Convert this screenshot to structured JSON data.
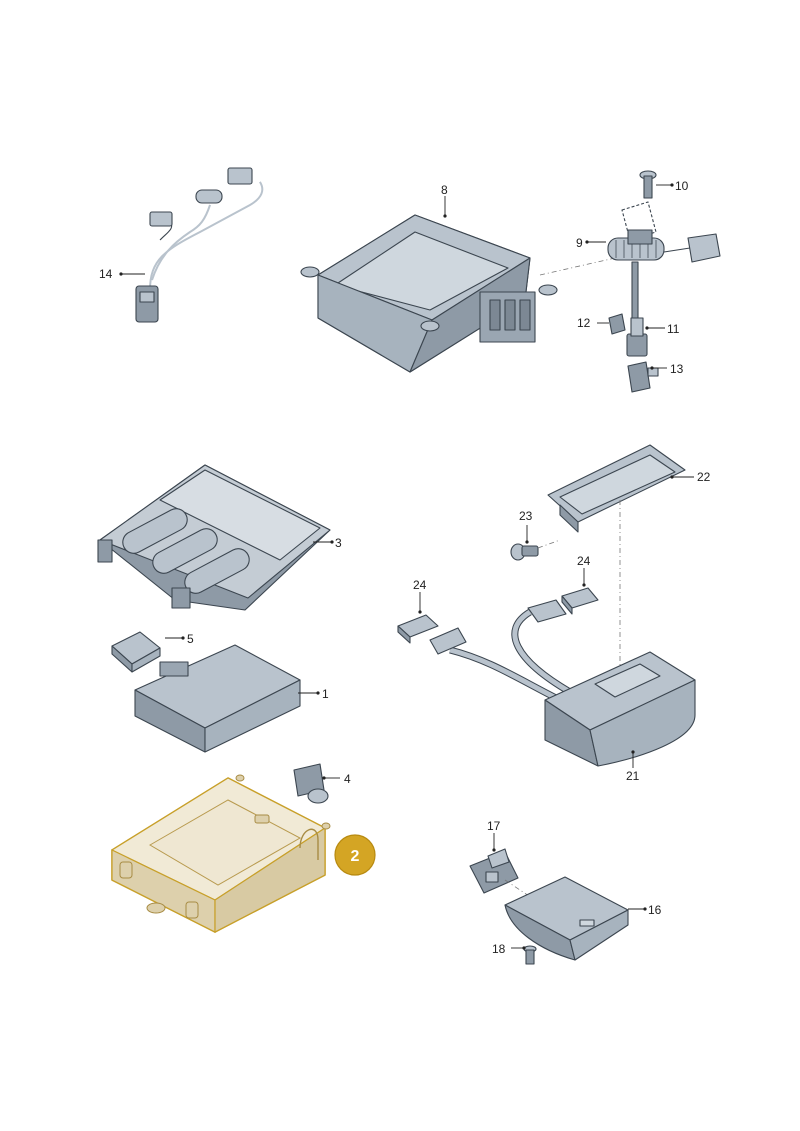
{
  "diagram": {
    "highlighted_part": "2",
    "colors": {
      "part_fill": "#b9c3cd",
      "part_fill_dark": "#8e9aa6",
      "part_stroke": "#3c4650",
      "highlight_fill": "#e9dfc4",
      "highlight_stroke": "#c8a02a",
      "badge_fill": "#d4a524",
      "label_color": "#222222"
    },
    "labels": {
      "p1": "1",
      "p2": "2",
      "p3": "3",
      "p4": "4",
      "p5": "5",
      "p8": "8",
      "p9": "9",
      "p10": "10",
      "p11": "11",
      "p12": "12",
      "p13": "13",
      "p14": "14",
      "p16": "16",
      "p17": "17",
      "p18": "18",
      "p21": "21",
      "p22": "22",
      "p23": "23",
      "p24a": "24",
      "p24b": "24"
    }
  }
}
